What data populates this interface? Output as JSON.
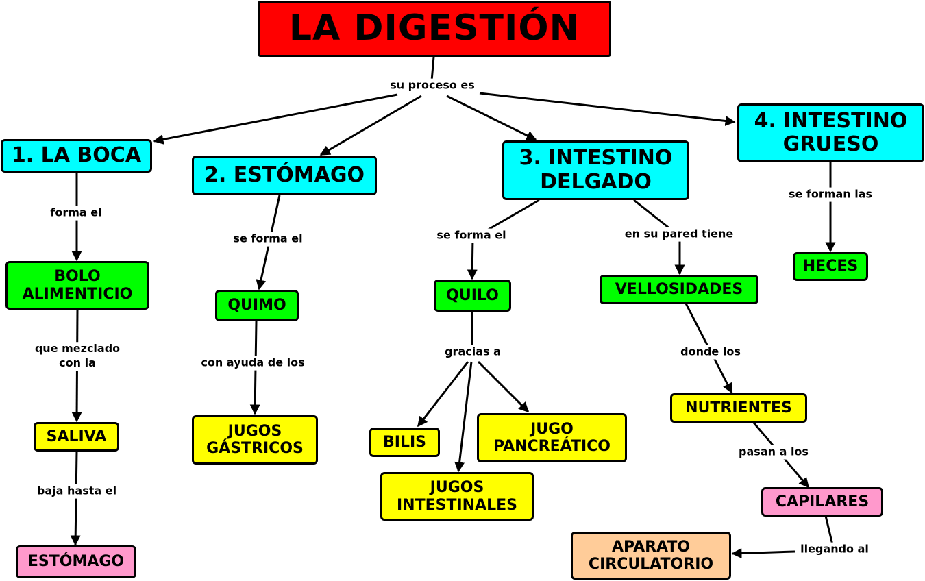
{
  "colors": {
    "title": "#ff0000",
    "step": "#00ffff",
    "green": "#00ff00",
    "yellow": "#ffff00",
    "pink": "#ff99cc",
    "peach": "#ffcc99"
  },
  "nodes": {
    "title": "LA DIGESTIÓN",
    "boca": "1. LA BOCA",
    "estomago_step": "2. ESTÓMAGO",
    "intestino_delgado": "3. INTESTINO\nDELGADO",
    "intestino_grueso": "4. INTESTINO\nGRUESO",
    "bolo": "BOLO\nALIMENTICIO",
    "saliva": "SALIVA",
    "estomago_end": "ESTÓMAGO",
    "quimo": "QUIMO",
    "jugos_gastricos": "JUGOS\nGÁSTRICOS",
    "quilo": "QUILO",
    "bilis": "BILIS",
    "jugos_intestinales": "JUGOS\nINTESTINALES",
    "jugo_pancreatico": "JUGO\nPANCREÁTICO",
    "vellosidades": "VELLOSIDADES",
    "nutrientes": "NUTRIENTES",
    "capilares": "CAPILARES",
    "aparato": "APARATO\nCIRCULATORIO",
    "heces": "HECES"
  },
  "labels": {
    "su_proceso": "su proceso es",
    "forma_el": "forma el",
    "que_mezclado": "que mezclado\ncon la",
    "baja_hasta": "baja hasta el",
    "se_forma_quimo": "se forma el",
    "con_ayuda": "con ayuda de los",
    "se_forma_quilo": "se forma el",
    "gracias_a": "gracias a",
    "en_su_pared": "en su pared tiene",
    "donde_los": "donde los",
    "pasan_a": "pasan a los",
    "llegando_al": "llegando al",
    "se_forman_las": "se forman las"
  }
}
